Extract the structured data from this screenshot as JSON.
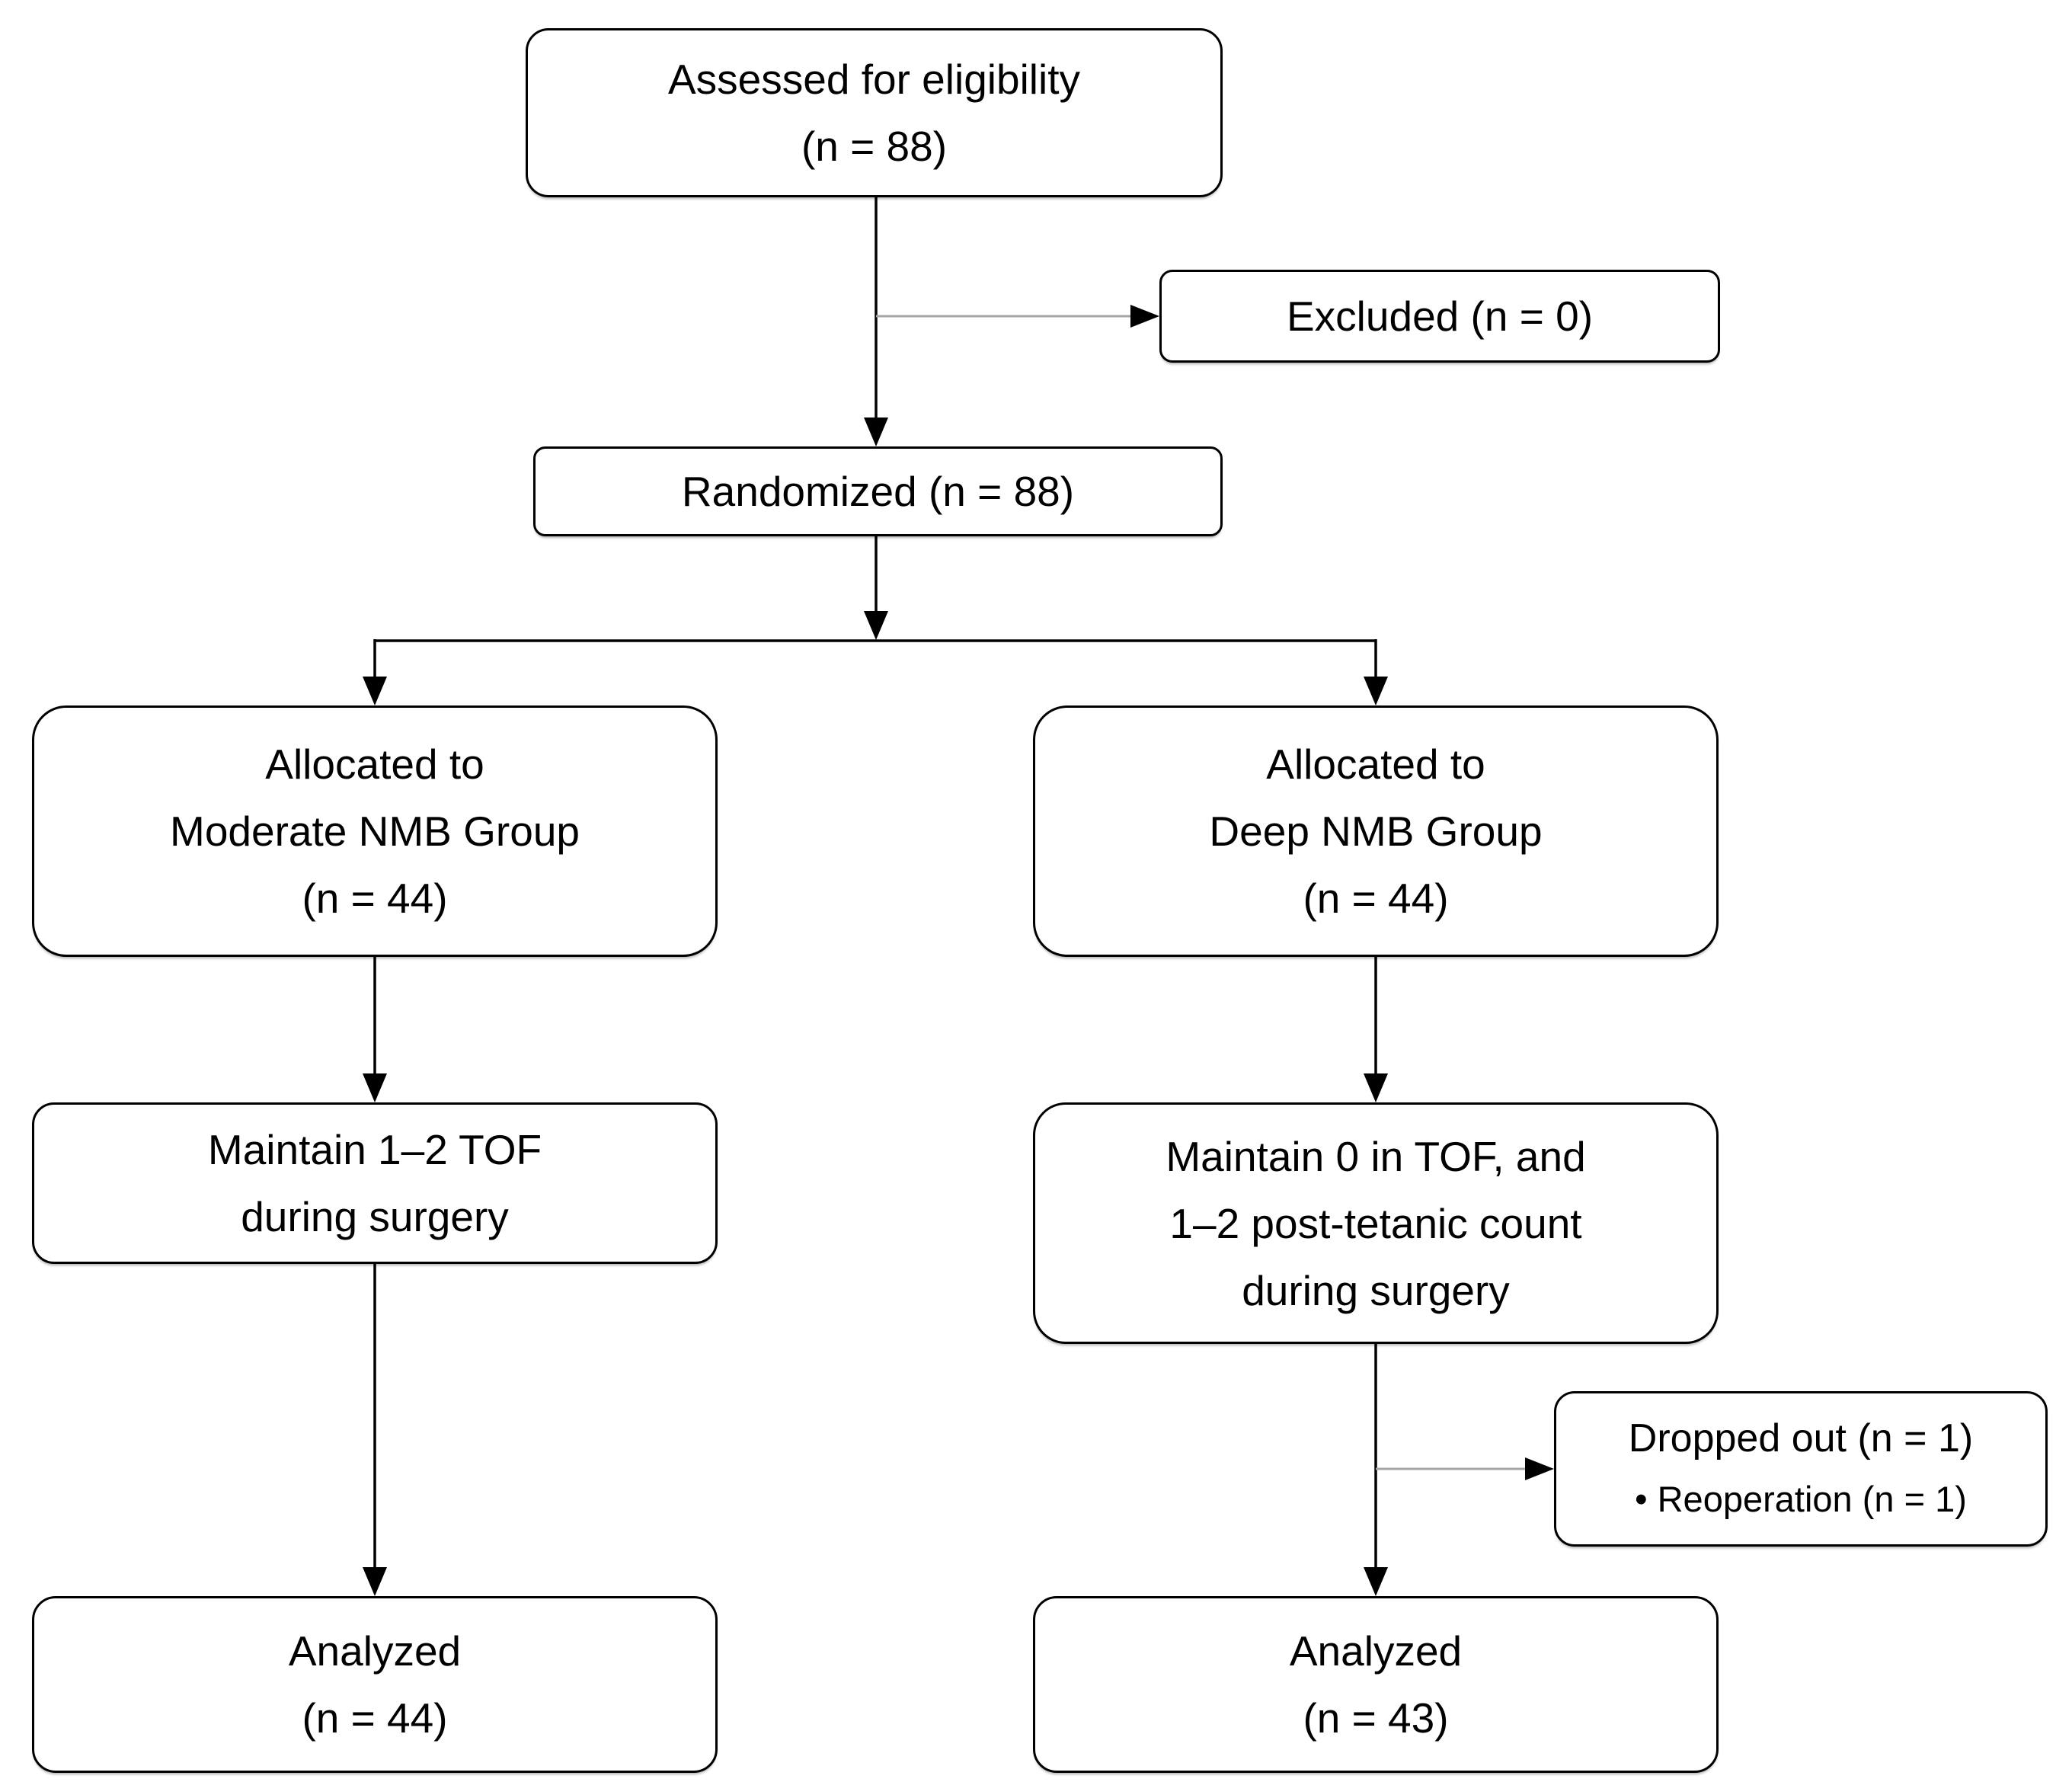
{
  "colors": {
    "background": "#ffffff",
    "box_fill": "#ffffff",
    "box_border": "#000000",
    "text": "#000000",
    "arrow": "#000000",
    "branch_line": "#a6a6a6"
  },
  "boxes": {
    "assessed": {
      "lines": [
        "Assessed for eligibility",
        "(n = 88)"
      ]
    },
    "excluded": {
      "lines": [
        "Excluded (n = 0)"
      ]
    },
    "randomized": {
      "lines": [
        "Randomized (n = 88)"
      ]
    },
    "allocated_moderate": {
      "lines": [
        "Allocated to",
        "Moderate NMB Group",
        "(n = 44)"
      ]
    },
    "allocated_deep": {
      "lines": [
        "Allocated to",
        "Deep NMB Group",
        "(n = 44)"
      ]
    },
    "maintain_moderate": {
      "lines": [
        "Maintain 1–2 TOF",
        "during surgery"
      ]
    },
    "maintain_deep": {
      "lines": [
        "Maintain 0 in TOF, and",
        "1–2 post-tetanic count",
        "during surgery"
      ]
    },
    "dropped_out": {
      "lines": [
        "Dropped out (n = 1)",
        "• Reoperation (n = 1)"
      ]
    },
    "analyzed_moderate": {
      "lines": [
        "Analyzed",
        "(n = 44)"
      ]
    },
    "analyzed_deep": {
      "lines": [
        "Analyzed",
        "(n = 43)"
      ]
    }
  },
  "edges": [
    {
      "from": "assessed",
      "to": "randomized",
      "style": "solid-black-arrow"
    },
    {
      "from": "assessed",
      "to": "excluded",
      "style": "thin-gray-arrow"
    },
    {
      "from": "randomized",
      "to": "allocated_moderate",
      "style": "solid-black-arrow"
    },
    {
      "from": "randomized",
      "to": "allocated_deep",
      "style": "solid-black-arrow"
    },
    {
      "from": "allocated_moderate",
      "to": "maintain_moderate",
      "style": "solid-black-arrow"
    },
    {
      "from": "allocated_deep",
      "to": "maintain_deep",
      "style": "solid-black-arrow"
    },
    {
      "from": "maintain_moderate",
      "to": "analyzed_moderate",
      "style": "solid-black-arrow"
    },
    {
      "from": "maintain_deep",
      "to": "analyzed_deep",
      "style": "solid-black-arrow"
    },
    {
      "from": "maintain_deep",
      "to": "dropped_out",
      "style": "thin-gray-arrow"
    }
  ]
}
